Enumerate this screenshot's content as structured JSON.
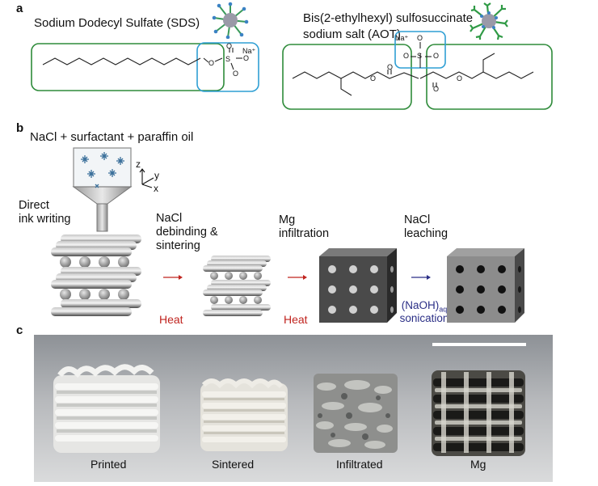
{
  "panel_a": {
    "letter": "a",
    "sds_title": "Sodium Dodecyl Sulfate (SDS)",
    "aot_title_line1": "Bis(2-ethylhexyl) sulfosuccinate",
    "aot_title_line2": "sodium salt (AOT)",
    "sds_atoms": {
      "o_link": "O",
      "s": "S",
      "o_top": "O",
      "o_right": "O",
      "o_bottom": "O",
      "na": "Na⁺"
    },
    "aot_atoms": {
      "na": "Na⁺",
      "o_top": "O",
      "s": "S",
      "o_left": "O",
      "o_right": "O",
      "o_ester1": "O",
      "o_ester2": "O",
      "o_carbonyl1": "O",
      "o_carbonyl2": "O"
    },
    "colors": {
      "hydrophobic_box": "#2e8b3a",
      "hydrophilic_box": "#2f9fd4"
    }
  },
  "panel_b": {
    "letter": "b",
    "title": "NaCl + surfactant + paraffin oil",
    "axes": {
      "z": "z",
      "y": "y",
      "x": "x"
    },
    "direct_ink_line1": "Direct",
    "direct_ink_line2": "ink writing",
    "step1_line1": "NaCl",
    "step1_line2": "debinding &",
    "step1_line3": "sintering",
    "step2_line1": "Mg",
    "step2_line2": "infiltration",
    "step3_line1": "NaCl",
    "step3_line2": "leaching",
    "heat1": "Heat",
    "heat2": "Heat",
    "naoh_text": "(NaOH)",
    "naoh_sub": "aq",
    "sonication": "sonication",
    "colors": {
      "heat": "#c0241f",
      "naoh": "#2b2f86"
    }
  },
  "panel_c": {
    "letter": "c",
    "labels": [
      "Printed",
      "Sintered",
      "Infiltrated",
      "Mg"
    ]
  }
}
